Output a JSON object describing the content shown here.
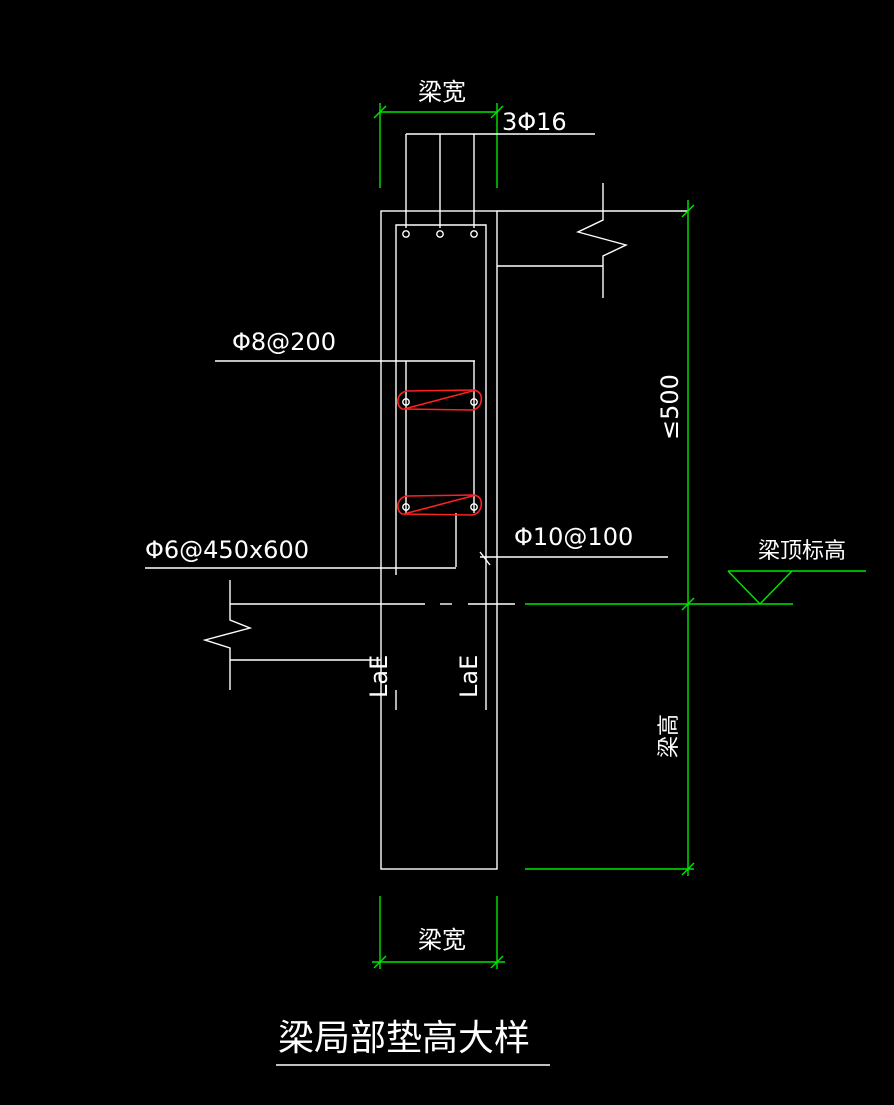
{
  "labels": {
    "beam_width_top": "梁宽",
    "top_rebar": "3Φ16",
    "stirrup_phi8": "Φ8@200",
    "stirrup_phi6": "Φ6@450x600",
    "rebar_phi10": "Φ10@100",
    "beam_top_elev": "梁顶标高",
    "dim_500": "≤500",
    "beam_height": "梁高",
    "lae_left": "LaE",
    "lae_right": "LaE",
    "beam_width_bottom": "梁宽",
    "title": "梁局部垫高大样"
  },
  "colors": {
    "background": "#000000",
    "line": "#ffffff",
    "dimension": "#00e600",
    "stirrup": "#ff2020"
  }
}
